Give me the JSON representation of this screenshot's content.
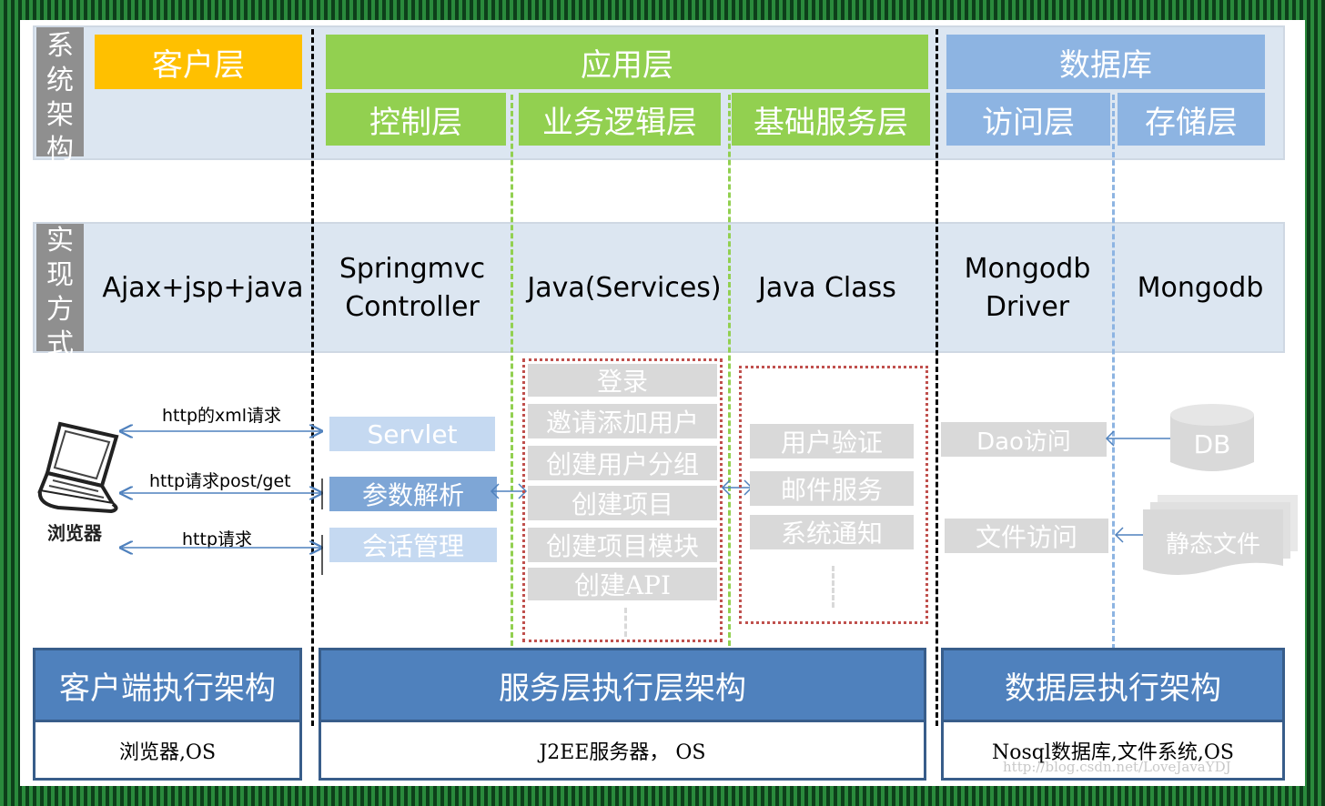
{
  "side_labels": {
    "architecture": [
      "系",
      "统",
      "架",
      "构"
    ],
    "implementation": [
      "实",
      "现",
      "方",
      "式"
    ]
  },
  "layers": {
    "client": "客户层",
    "application": "应用层",
    "database": "数据库",
    "control": "控制层",
    "business": "业务逻辑层",
    "base_service": "基础服务层",
    "access": "访问层",
    "storage": "存储层"
  },
  "implementation": {
    "client": "Ajax+jsp+java",
    "control": "Springmvc\nController",
    "business": "Java(Services)",
    "base_service": "Java Class",
    "access": "Mongodb\nDriver",
    "storage": "Mongodb"
  },
  "browser": {
    "label": "浏览器",
    "requests": [
      "http的xml请求",
      "http请求post/get",
      "http请求"
    ]
  },
  "control_items": [
    "Servlet",
    "参数解析",
    "会话管理"
  ],
  "business_items": [
    "登录",
    "邀请添加用户",
    "创建用户分组",
    "创建项目",
    "创建项目模块",
    "创建API"
  ],
  "service_items": [
    "用户验证",
    "邮件服务",
    "系统通知"
  ],
  "access_items": [
    "Dao访问",
    "文件访问"
  ],
  "storage_items": [
    "DB",
    "静态文件"
  ],
  "execution": [
    {
      "title": "客户端执行架构",
      "detail": "浏览器,OS"
    },
    {
      "title": "服务层执行层架构",
      "detail": "J2EE服务器， OS"
    },
    {
      "title": "数据层执行架构",
      "detail": "Nosql数据库,文件系统,OS"
    }
  ],
  "watermark": "http://blog.csdn.net/LoveJavaYDJ",
  "colors": {
    "client": "#ffc000",
    "application": "#92d050",
    "database": "#8db4e2",
    "band": "#dce6f1",
    "exec": "#4f81bd"
  }
}
